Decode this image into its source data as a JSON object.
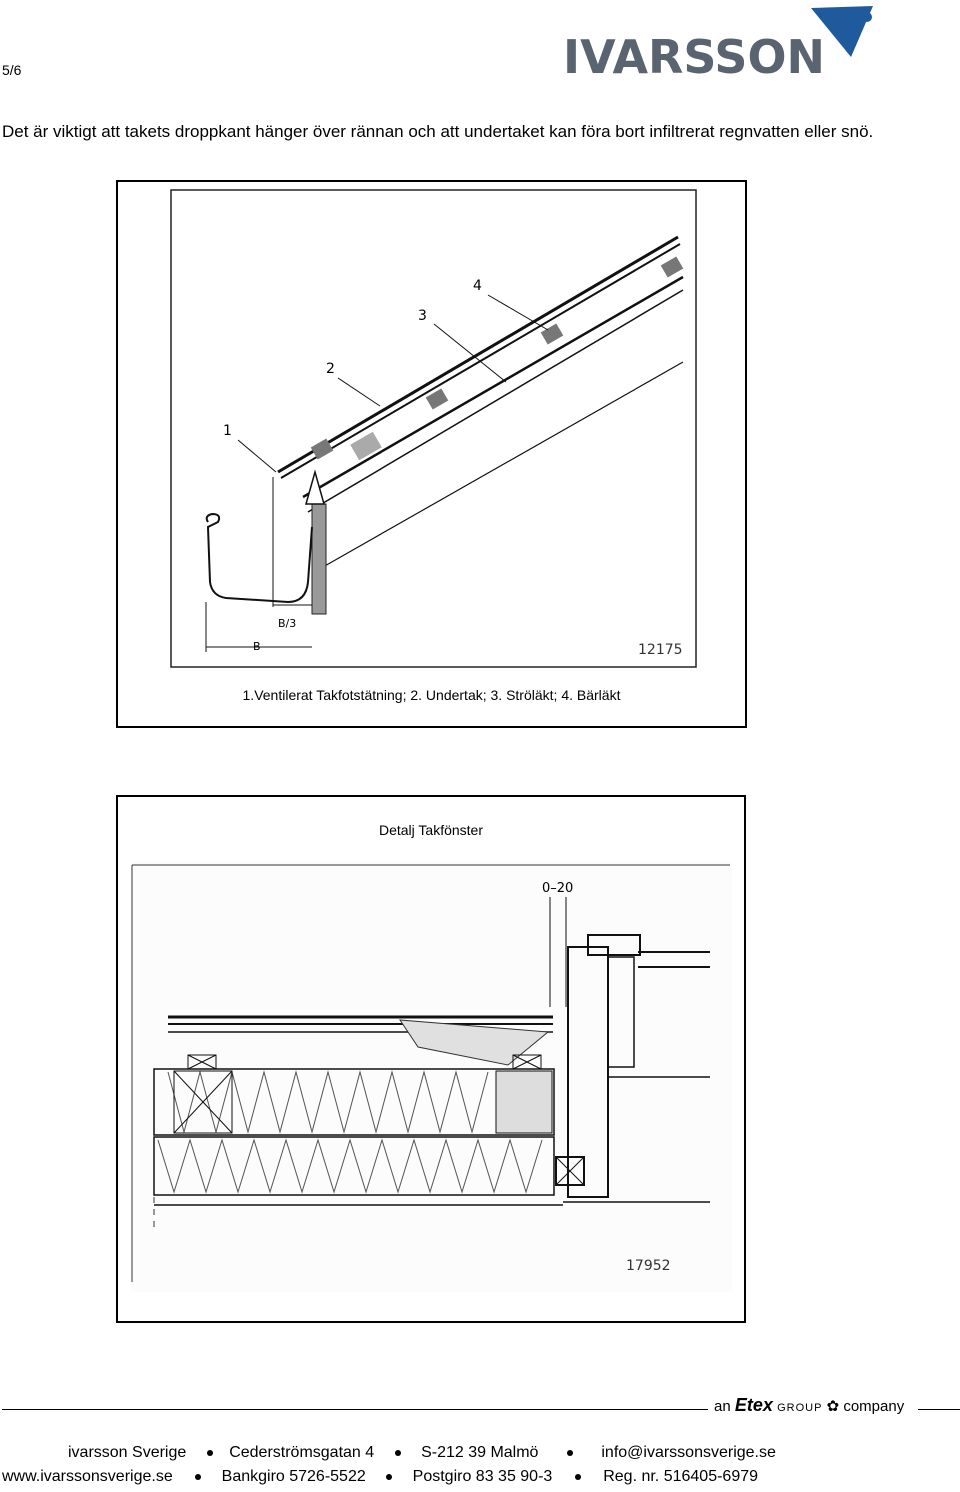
{
  "header": {
    "page_number": "5/6",
    "logo_text": "IVARSSON"
  },
  "intro_text": "Det är viktigt att takets droppkant hänger över rännan och att undertaket kan föra bort infiltrerat regnvatten eller snö.",
  "figure1": {
    "labels": {
      "n1": "1",
      "n2": "2",
      "n3": "3",
      "n4": "4",
      "b": "B",
      "b3": "B/3"
    },
    "drawing_number": "12175",
    "caption": "1.Ventilerat Takfotstätning; 2. Undertak; 3. Ströläkt; 4. Bärläkt"
  },
  "figure2": {
    "title": "Detalj Takfönster",
    "dimension": "0–20",
    "drawing_number": "17952"
  },
  "footer": {
    "brand_an": "an",
    "brand_etex": "Etex",
    "brand_group": "GROUP",
    "brand_company": "company",
    "line1": [
      "ivarsson Sverige",
      "Cederströmsgatan 4",
      "S-212 39  Malmö",
      "info@ivarssonsverige.se"
    ],
    "line2": [
      "www.ivarssonsverige.se",
      "Bankgiro 5726-5522",
      "Postgiro 83 35 90-3",
      "Reg. nr. 516405-6979"
    ]
  },
  "colors": {
    "logo": "#5a6470",
    "logo_accent": "#1f5b9c"
  }
}
